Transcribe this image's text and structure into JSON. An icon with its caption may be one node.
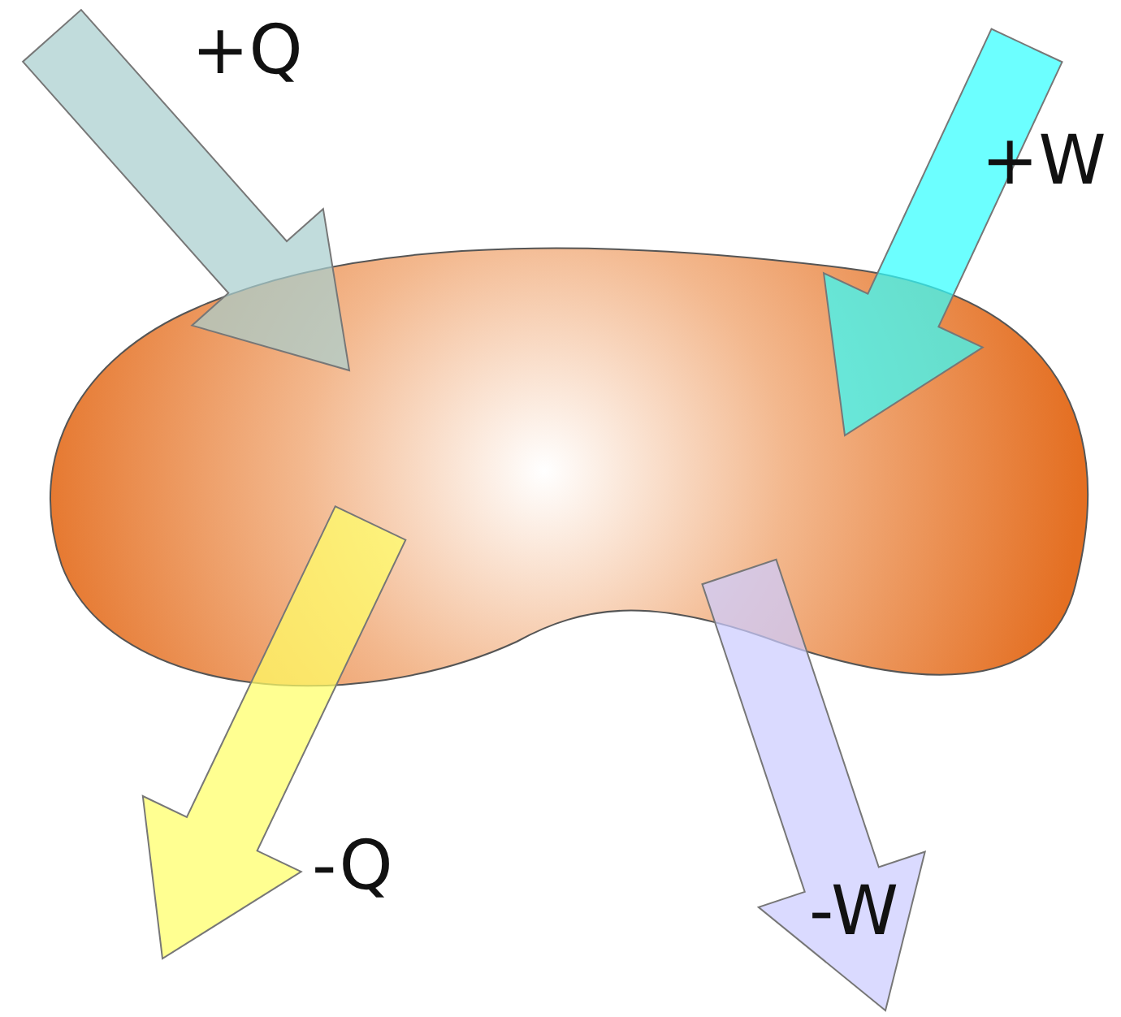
{
  "diagram": {
    "labels": [
      "+Q",
      "+W",
      "-Q",
      "-W"
    ]
  }
}
